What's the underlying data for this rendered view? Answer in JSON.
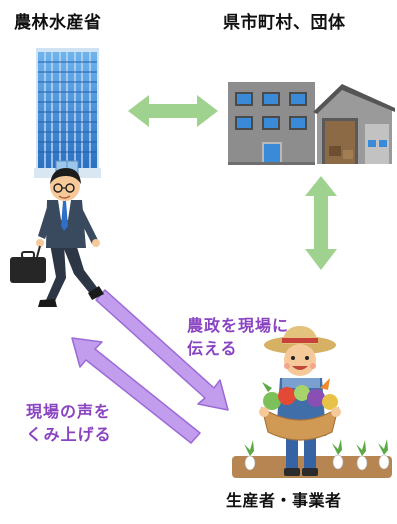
{
  "labels": {
    "ministry": "農林水産省",
    "local": "県市町村、団体",
    "producers": "生産者・事業者"
  },
  "arrows": {
    "down": {
      "line1": "農政を現場に",
      "line2": "伝える"
    },
    "up": {
      "line1": "現場の声を",
      "line2": "くみ上げる"
    }
  },
  "colors": {
    "green_arrow": "#9fd28e",
    "purple_arrow": "#c39ded",
    "purple_text": "#8a44c2",
    "building_blue": "#3d86d6",
    "office_gray": "#8d8d8d"
  },
  "icons": {
    "ministry": "office-tower-icon",
    "local": "office-building-icon",
    "warehouse": "warehouse-icon",
    "official": "walking-official-icon",
    "farmer": "farmer-with-basket-icon"
  }
}
